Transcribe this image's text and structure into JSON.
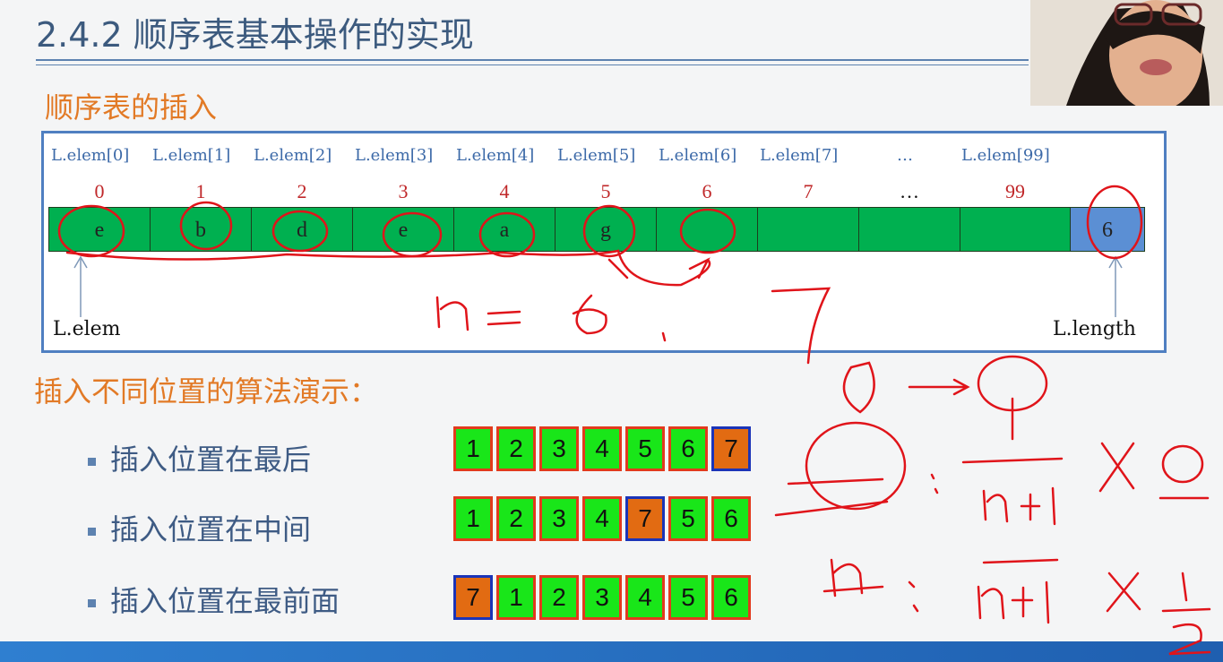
{
  "title": "2.4.2 顺序表基本操作的实现",
  "subtitle": "顺序表的插入",
  "diagram": {
    "elem_labels": [
      "L.elem[0]",
      "L.elem[1]",
      "L.elem[2]",
      "L.elem[3]",
      "L.elem[4]",
      "L.elem[5]",
      "L.elem[6]",
      "L.elem[7]",
      "…",
      "L.elem[99]"
    ],
    "indices": [
      "0",
      "1",
      "2",
      "3",
      "4",
      "5",
      "6",
      "7",
      "…",
      "99"
    ],
    "cells": [
      "e",
      "b",
      "d",
      "e",
      "a",
      "g",
      "",
      "",
      "",
      ""
    ],
    "length_cell": "6",
    "elem_ptr_label": "L.elem",
    "length_ptr_label": "L.length"
  },
  "section_title": "插入不同位置的算法演示：",
  "demos": [
    {
      "label": "插入位置在最后",
      "boxes": [
        "1",
        "2",
        "3",
        "4",
        "5",
        "6",
        "7"
      ],
      "highlight": 6
    },
    {
      "label": "插入位置在中间",
      "boxes": [
        "1",
        "2",
        "3",
        "4",
        "7",
        "5",
        "6"
      ],
      "highlight": 4
    },
    {
      "label": "插入位置在最前面",
      "boxes": [
        "7",
        "1",
        "2",
        "3",
        "4",
        "5",
        "6"
      ],
      "highlight": 0
    }
  ],
  "colors": {
    "title": "#3c5a7e",
    "accent_orange": "#e27a26",
    "cell_green": "#00b050",
    "length_blue": "#5b8fd4",
    "box_green": "#19e619",
    "box_highlight": "#e26b12",
    "ink_red": "#e0141a"
  }
}
